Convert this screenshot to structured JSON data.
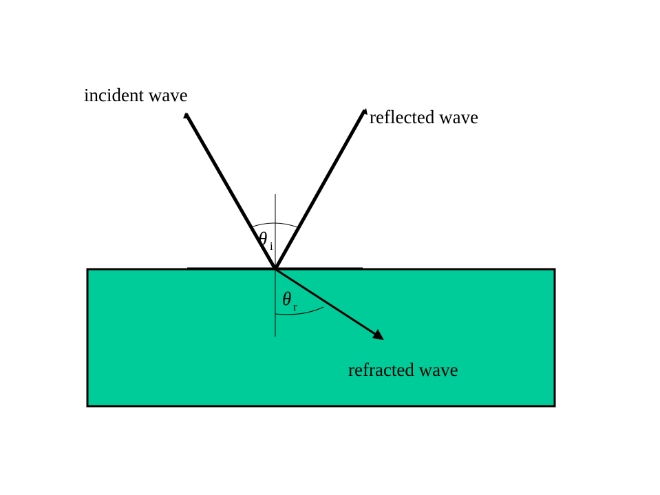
{
  "labels": {
    "incident": "incident wave",
    "reflected": "reflected wave",
    "refracted": "refracted wave"
  },
  "angles": {
    "incidence": {
      "symbol": "θ",
      "subscript": "i"
    },
    "refraction": {
      "symbol": "θ",
      "subscript": "r"
    }
  },
  "colors": {
    "medium": "#00cc99",
    "line": "#000000",
    "background": "#ffffff"
  }
}
